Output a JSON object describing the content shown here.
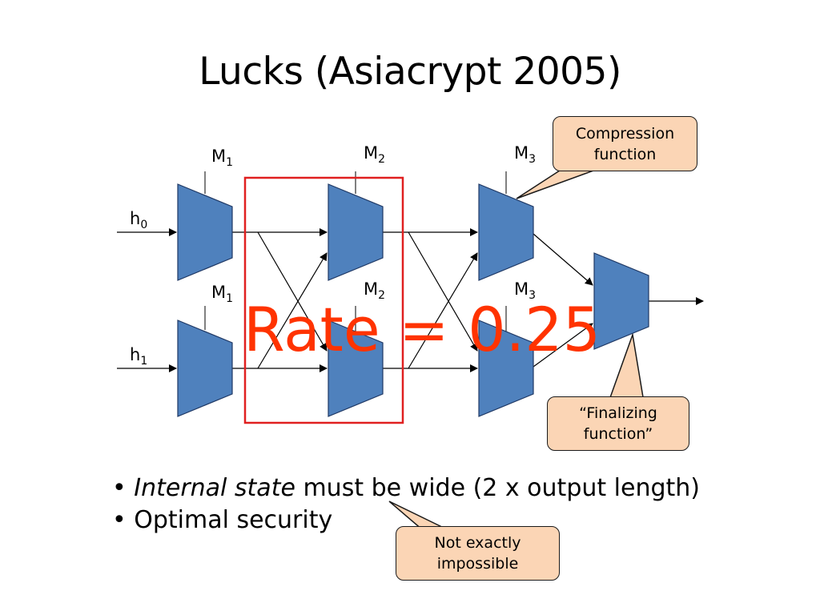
{
  "title": "Lucks (Asiacrypt 2005)",
  "diagram": {
    "inputs": [
      {
        "main": "h",
        "sub": "0"
      },
      {
        "main": "h",
        "sub": "1"
      }
    ],
    "message_labels": [
      {
        "main": "M",
        "sub": "1"
      },
      {
        "main": "M",
        "sub": "2"
      },
      {
        "main": "M",
        "sub": "3"
      },
      {
        "main": "M",
        "sub": "1"
      },
      {
        "main": "M",
        "sub": "2"
      },
      {
        "main": "M",
        "sub": "3"
      }
    ],
    "overlay_text": "Rate = 0.25",
    "colors": {
      "block_fill": "#4f81bd",
      "block_stroke": "#1f3864",
      "highlight_box": "#e02020",
      "overlay_text": "#ff3300",
      "callout_fill": "#fbd5b5"
    }
  },
  "callouts": {
    "compression": "Compression function",
    "finalizing": "“Finalizing function”",
    "not_impossible": "Not exactly impossible"
  },
  "bullets": [
    {
      "emph": "Internal state",
      "rest": " must be wide (2 x output length)"
    },
    {
      "emph": "",
      "rest": "Optimal security"
    }
  ]
}
